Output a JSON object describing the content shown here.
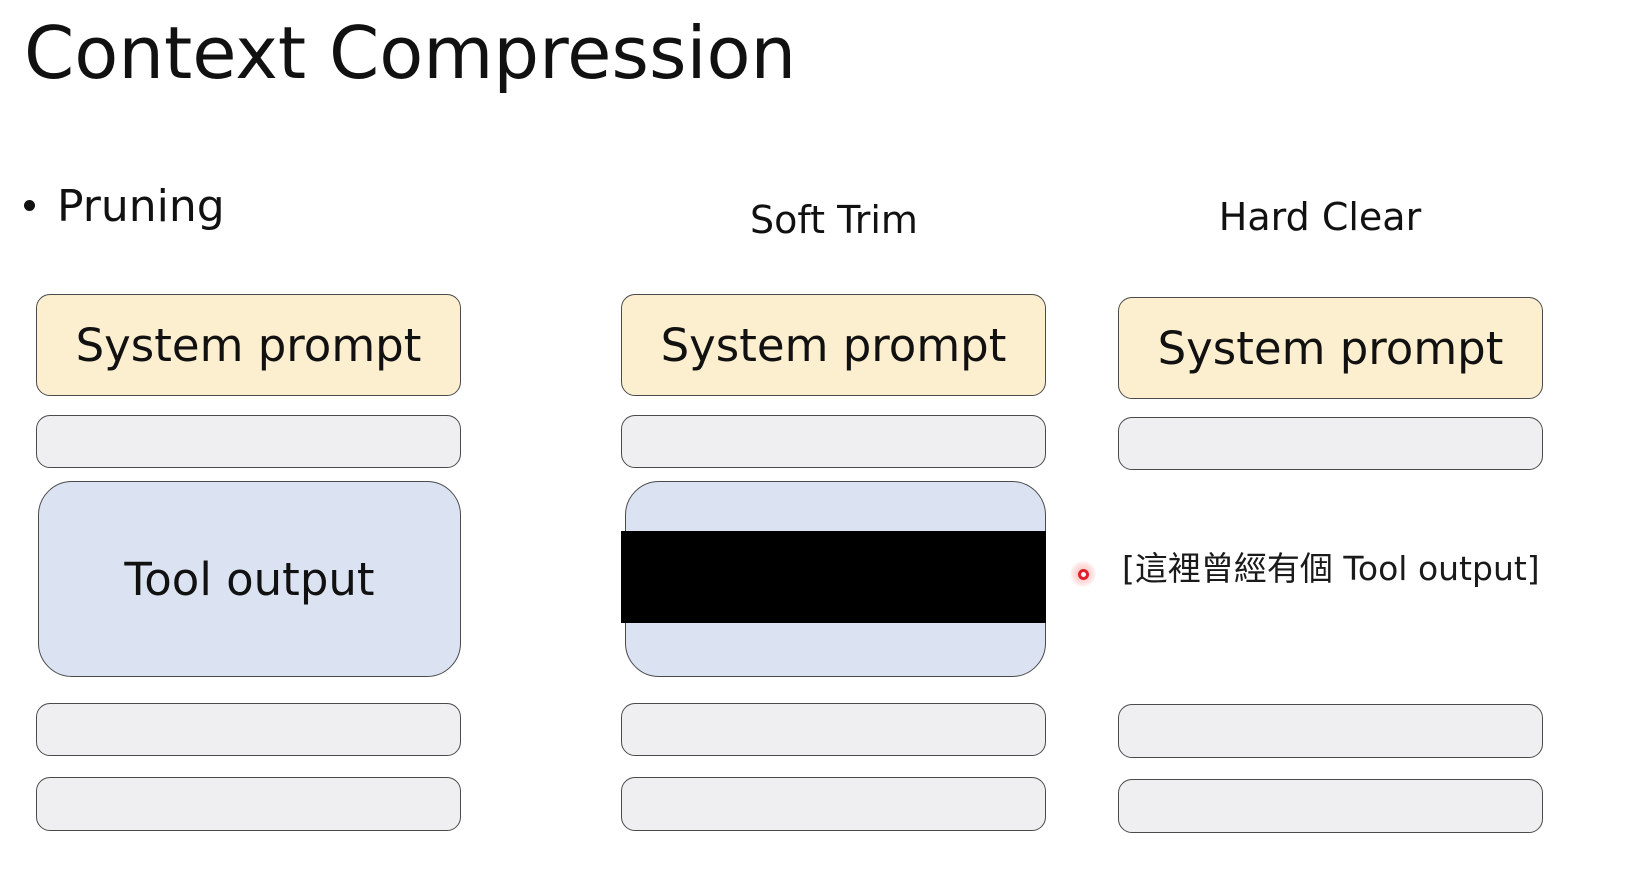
{
  "slide": {
    "title": "Context Compression",
    "bullet": "Pruning",
    "columns": [
      {
        "heading": "",
        "system_label": "System prompt",
        "tool_label": "Tool output"
      },
      {
        "heading": "Soft Trim",
        "system_label": "System prompt"
      },
      {
        "heading": "Hard Clear",
        "system_label": "System prompt",
        "placeholder": "[這裡曾經有個 Tool output]"
      }
    ]
  },
  "colors": {
    "system_prompt_fill": "#fcefcf",
    "message_fill": "#efeff2",
    "tool_output_fill": "#dbe3f2",
    "redaction": "#000000",
    "pointer": "#e0202a"
  }
}
